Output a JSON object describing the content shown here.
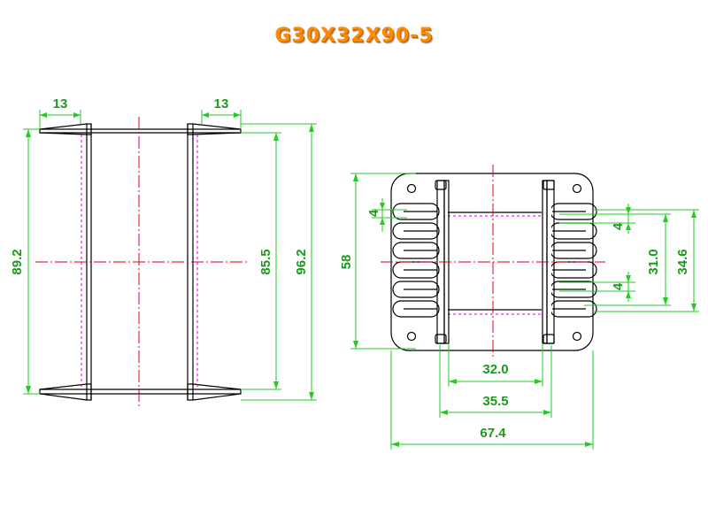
{
  "title": "G30X32X90-5",
  "side_view": {
    "dim_top_left": "13",
    "dim_top_right": "13",
    "dim_height_outer_left": "89.2",
    "dim_height_inner": "85.5",
    "dim_height_total": "96.2"
  },
  "end_view": {
    "dim_height": "58",
    "dim_pin_gap_left": "4",
    "dim_pin_gap_right_top": "4",
    "dim_pin_gap_right_bottom": "4",
    "dim_slot_height": "31.0",
    "dim_flange_height": "34.6",
    "dim_inner_width": "32.0",
    "dim_middle_width": "35.5",
    "dim_total_width": "67.4"
  }
}
